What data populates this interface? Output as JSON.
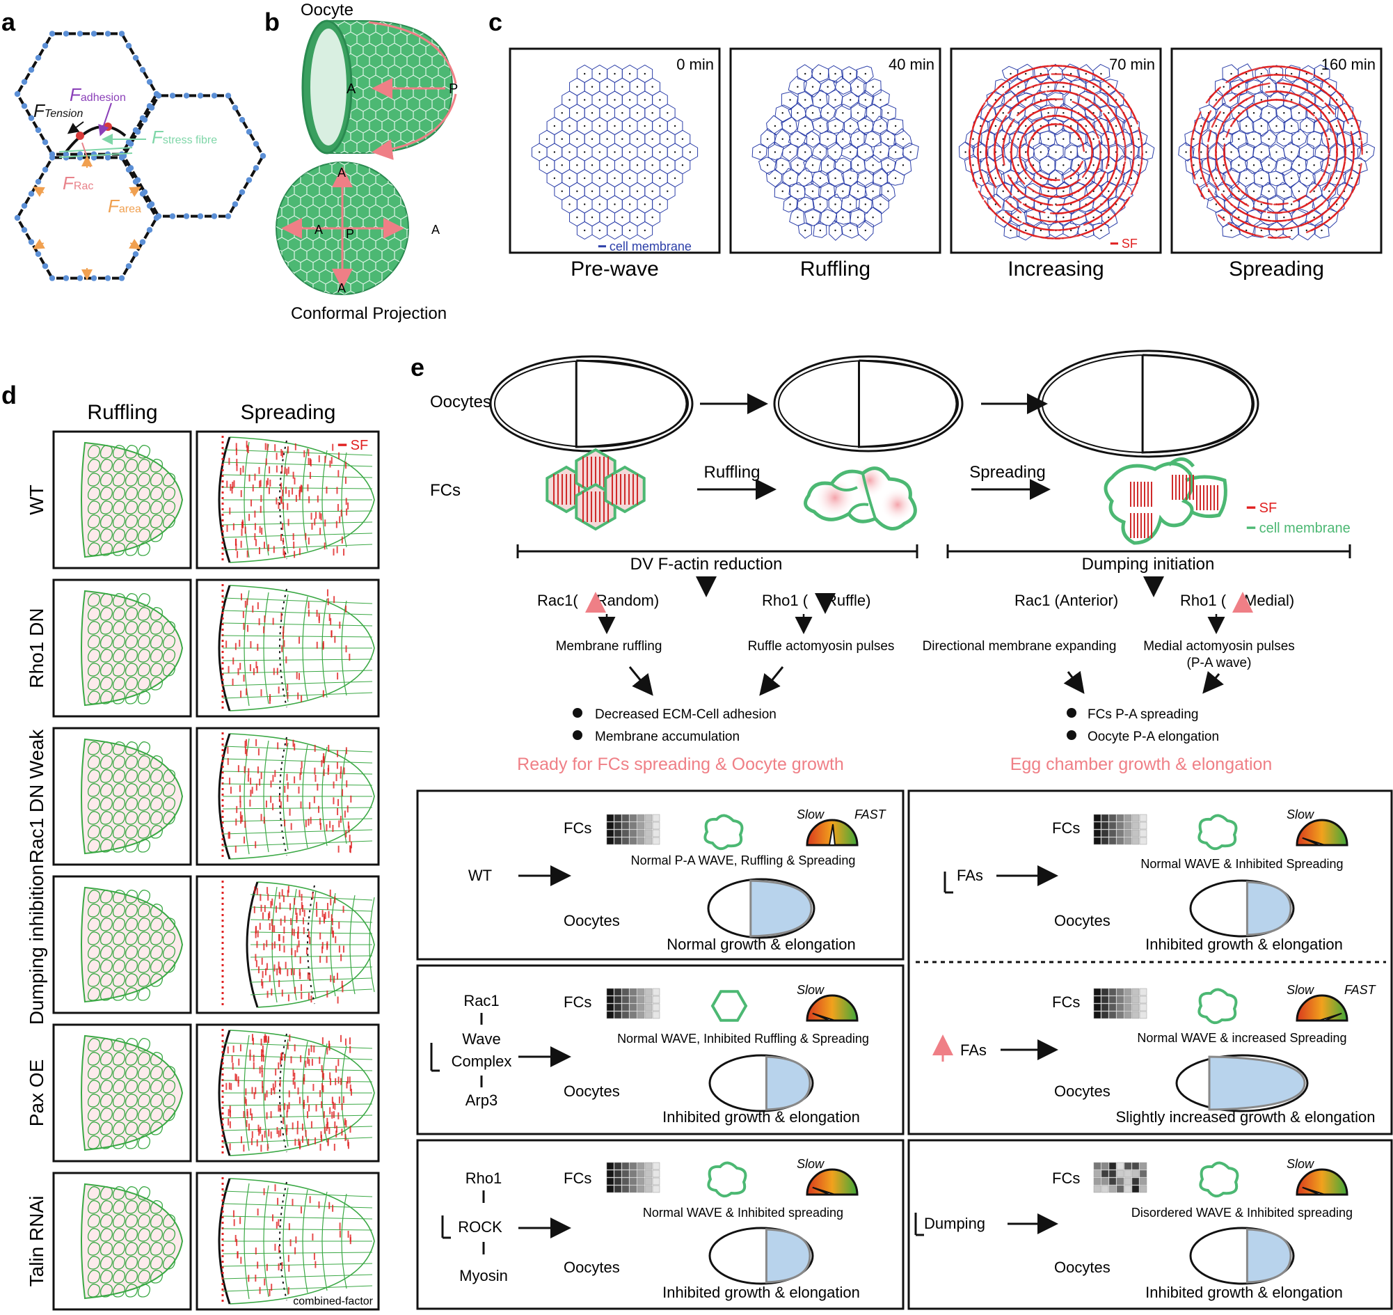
{
  "panel_labels": {
    "a": "a",
    "b": "b",
    "c": "c",
    "d": "d",
    "e": "e"
  },
  "panel_a": {
    "f_adhesion": "F",
    "f_adhesion_sub": "adhesion",
    "f_tension": "F",
    "f_tension_sub": "Tension",
    "f_stress": "F",
    "f_stress_sub": "stress fibre",
    "f_rac": "F",
    "f_rac_sub": "Rac",
    "f_area": "F",
    "f_area_sub": "area",
    "colors": {
      "adhesion": "#8a3fb8",
      "stress": "#7fd6a8",
      "rac": "#e8828a",
      "area": "#f0a050",
      "node": "#5b8fd6"
    }
  },
  "panel_b": {
    "oocyte": "Oocyte",
    "A": "A",
    "P": "P",
    "A_top": "A",
    "A_left": "A",
    "A_right": "A",
    "A_bottom": "A",
    "P_center": "P",
    "caption": "Conformal Projection"
  },
  "panel_c": {
    "frames": [
      {
        "time": "0 min",
        "stage": "Pre-wave"
      },
      {
        "time": "40 min",
        "stage": "Ruffling"
      },
      {
        "time": "70 min",
        "stage": "Increasing"
      },
      {
        "time": "160 min",
        "stage": "Spreading"
      }
    ],
    "legend_membrane": "cell membrane",
    "legend_sf": "SF"
  },
  "panel_d": {
    "col_ruffling": "Ruffling",
    "col_spreading": "Spreading",
    "sf_legend": "SF",
    "rows": [
      "WT",
      "Rho1 DN",
      "Rac1 DN Weak",
      "Dumping inhibition",
      "Pax OE",
      "Talin RNAi"
    ],
    "footnote": "combined-factor"
  },
  "panel_e_top": {
    "oocytes": "Oocytes",
    "fcs": "FCs",
    "ruffling": "Ruffling",
    "spreading": "Spreading",
    "sf": "SF",
    "cell_membrane": "cell membrane",
    "dv_reduction": "DV F-actin reduction",
    "dumping_initiation": "Dumping initiation",
    "rac1_random_a": "Rac1(",
    "rac1_random_b": "Random)",
    "rho1_ruffle_a": "Rho1 (",
    "rho1_ruffle_b": "Ruffle)",
    "rac1_anterior": "Rac1 (Anterior)",
    "rho1_medial_a": "Rho1 (",
    "rho1_medial_b": "Medial)",
    "membrane_ruffling": "Membrane ruffling",
    "ruffle_pulses": "Ruffle actomyosin pulses",
    "directional": "Directional membrane expanding",
    "medial_pulses": "Medial actomyosin pulses",
    "pa_wave": "(P-A wave)",
    "bullet1": "Decreased ECM-Cell adhesion",
    "bullet2": "Membrane accumulation",
    "bullet3": "FCs P-A spreading",
    "bullet4": "Oocyte P-A elongation",
    "ready": "Ready for FCs spreading & Oocyte growth",
    "egg": "Egg chamber growth & elongation",
    "pink": "#ef7f86"
  },
  "panel_e_boxes": {
    "fcs": "FCs",
    "oocytes": "Oocytes",
    "slow": "Slow",
    "fast": "FAST",
    "wt": "WT",
    "wt_fcs": "Normal P-A WAVE, Ruffling & Spreading",
    "wt_oocyte": "Normal growth & elongation",
    "fas": "FAs",
    "fas_inh_fcs": "Normal WAVE & Inhibited Spreading",
    "fas_inh_oocyte": "Inhibited growth & elongation",
    "rac1": "Rac1",
    "wave": "Wave",
    "complex": "Complex",
    "arp3": "Arp3",
    "rac_fcs": "Normal WAVE, Inhibited Ruffling & Spreading",
    "rac_oocyte": "Inhibited growth & elongation",
    "fas_up": "FAs",
    "fas_up_fcs": "Normal WAVE & increased Spreading",
    "fas_up_oocyte": "Slightly increased growth & elongation",
    "rho1": "Rho1",
    "rock": "ROCK",
    "myosin": "Myosin",
    "rho_fcs": "Normal WAVE & Inhibited spreading",
    "rho_oocyte": "Inhibited growth & elongation",
    "dumping": "Dumping",
    "dump_fcs": "Disordered WAVE & Inhibited spreading",
    "dump_oocyte": "Inhibited growth & elongation"
  }
}
